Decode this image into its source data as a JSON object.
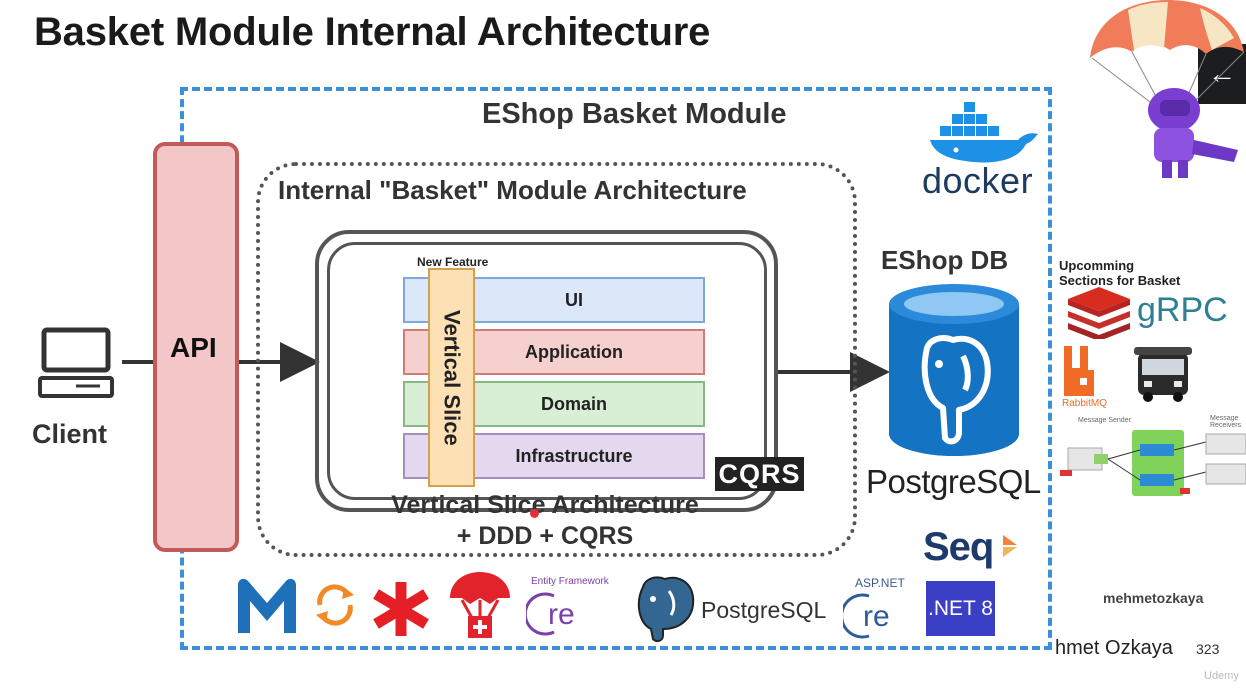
{
  "title": "Basket Module Internal Architecture",
  "module": {
    "title": "EShop Basket Module"
  },
  "client": {
    "label": "Client"
  },
  "api": {
    "label": "API"
  },
  "internal": {
    "title": "Internal \"Basket\" Module Architecture"
  },
  "slice": {
    "new_feature": "New Feature",
    "label": "Vertical Slice",
    "layers": [
      "UI",
      "Application",
      "Domain",
      "Infrastructure"
    ],
    "cqrs_badge": "CQRS",
    "caption_line1": "Vertical Slice Architecture",
    "caption_line2": "+ DDD + CQRS"
  },
  "database": {
    "title": "EShop DB",
    "logo_text": "PostgreSQL"
  },
  "docker": {
    "text": "docker"
  },
  "upcoming": {
    "line1": "Upcomming",
    "line2": "Sections for Basket",
    "grpc": "gRPC",
    "rabbitmq": "RabbitMQ",
    "message_sender": "Message Sender",
    "message_receivers": "Message Receivers"
  },
  "tech": {
    "seq": "Seq",
    "net8": ".NET 8",
    "postgres": "PostgreSQL",
    "ef_core_caption": "Entity Framework",
    "aspnet_caption": "ASP.NET",
    "core": "Core"
  },
  "footer": {
    "handle": "mehmetozkaya",
    "author": "hmet Ozkaya",
    "page": "323",
    "udemy": "Udemy"
  },
  "nav": {
    "back_icon": "←"
  },
  "colors": {
    "outer_border": "#3a8fdc",
    "api_fill": "#f3c7c7",
    "api_border": "#c25a5a",
    "ui_layer": "#dbe8fa",
    "application_layer": "#f6cfcf",
    "domain_layer": "#d8efd6",
    "infrastructure_layer": "#e4d8ee",
    "slice": "#fde0b4",
    "postgres_blue": "#336791",
    "docker_blue": "#1d91e6",
    "net_purple": "#3b3fc4"
  }
}
